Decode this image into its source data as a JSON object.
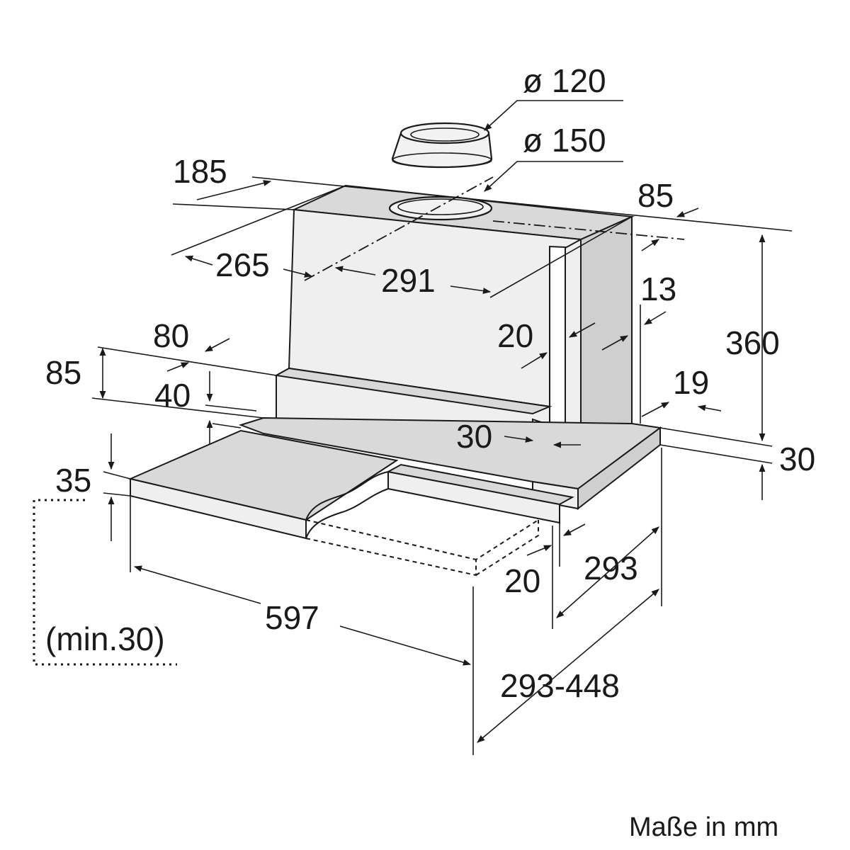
{
  "labels": {
    "d_o120": "ø 120",
    "d_o150": "ø 150",
    "d_185": "185",
    "d_85_top": "85",
    "d_265": "265",
    "d_291": "291",
    "d_13": "13",
    "d_80": "80",
    "d_20_upper": "20",
    "d_360": "360",
    "d_85_left": "85",
    "d_40": "40",
    "d_19": "19",
    "d_30_inner": "30",
    "d_30_right": "30",
    "d_35": "35",
    "d_20_lower": "20",
    "d_293": "293",
    "d_597": "597",
    "d_min30": "(min.30)",
    "d_293_448": "293-448"
  },
  "unit_note": "Maße in mm"
}
